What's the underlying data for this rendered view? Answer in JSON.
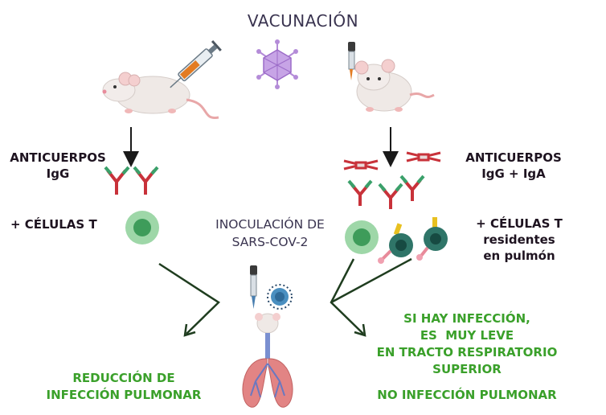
{
  "title": "VACUNACIÓN",
  "left": {
    "antibodies": [
      "ANTICUERPOS",
      "IgG"
    ],
    "cells": "+ CÉLULAS T",
    "outcome": [
      "REDUCCIÓN DE",
      "INFECCIÓN PULMONAR"
    ]
  },
  "center": {
    "inoculation": [
      "INOCULACIÓN DE",
      "SARS-COV-2"
    ]
  },
  "right": {
    "antibodies": [
      "ANTICUERPOS",
      "IgG + IgA"
    ],
    "cells": [
      "+ CÉLULAS T",
      "residentes",
      "en pulmón"
    ],
    "outcome": [
      "SI HAY INFECCIÓN,",
      "ES  MUY LEVE",
      "EN TRACTO RESPIRATORIO",
      "SUPERIOR"
    ],
    "outcome2": "NO INFECCIÓN PULMONAR"
  },
  "colors": {
    "antibody_red": "#c8323a",
    "antibody_green": "#3aa06a",
    "tcell_green": "#4cbb6a",
    "resident_teal": "#1f5a52",
    "outcome_green": "#3aa02a",
    "virus_purple": "#b48cd8"
  }
}
